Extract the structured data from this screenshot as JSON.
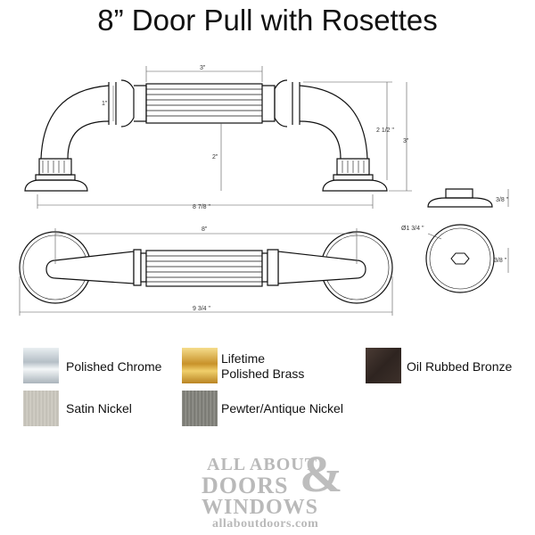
{
  "title": "8” Door Pull with Rosettes",
  "dimensions": {
    "grip_length": "3\"",
    "grip_diameter": "1\"",
    "clearance": "2\"",
    "height_left": "2 1/2 \"",
    "height_right": "3\"",
    "base_width": "8 7/8 \"",
    "center_to_center": "8\"",
    "overall_length": "9 3/4 \"",
    "rosette_height": "3/8 \"",
    "rosette_diameter": "Ø1 3/4 \"",
    "hex_offset": "3/8 \""
  },
  "finishes": [
    {
      "label": "Polished Chrome",
      "color": "#c9d0d6"
    },
    {
      "label": "Lifetime Polished Brass",
      "label_line1": "Lifetime",
      "label_line2": "Polished Brass",
      "color": "#d8a73a"
    },
    {
      "label": "Oil Rubbed Bronze",
      "color": "#3a2e29"
    },
    {
      "label": "Satin Nickel",
      "color": "#c8c5bc"
    },
    {
      "label": "Pewter/Antique Nickel",
      "color": "#8a8a84"
    }
  ],
  "logo": {
    "line1": "ALL ABOUT",
    "line2": "DOORS",
    "ampersand": "&",
    "line3": "WINDOWS",
    "url": "allaboutdoors.com"
  },
  "icons": [
    "door-pull-side-view",
    "door-pull-top-view",
    "rosette-side-view",
    "rosette-front-view"
  ]
}
